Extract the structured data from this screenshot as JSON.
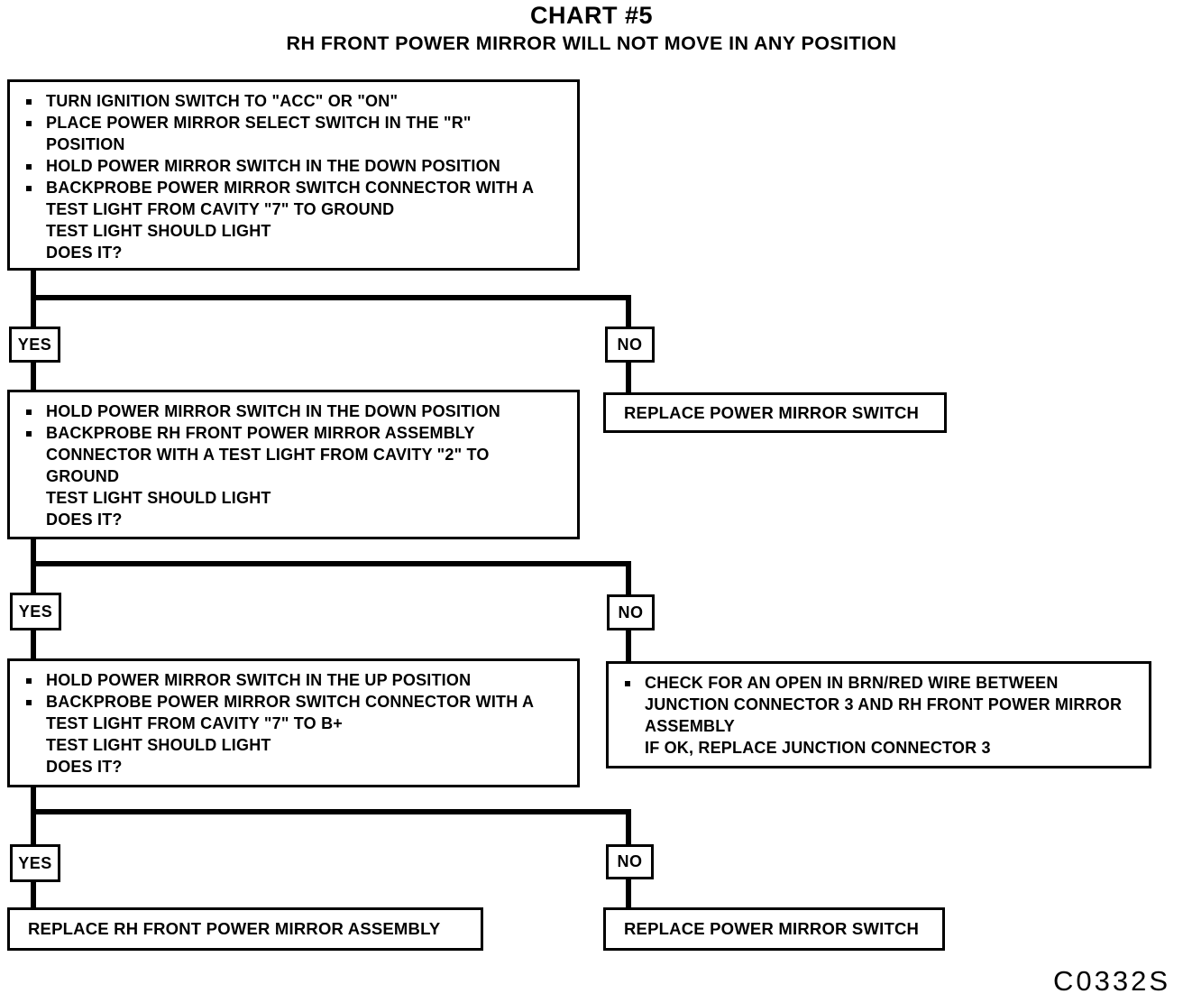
{
  "page": {
    "title": "CHART #5",
    "subtitle": "RH FRONT POWER MIRROR WILL NOT MOVE IN ANY POSITION",
    "figure_code": "C0332S"
  },
  "labels": {
    "yes": "YES",
    "no": "NO"
  },
  "steps": {
    "step1": {
      "items": [
        "TURN IGNITION SWITCH TO \"ACC\" OR \"ON\"",
        "PLACE POWER MIRROR SELECT SWITCH IN THE \"R\"\nPOSITION",
        "HOLD POWER MIRROR SWITCH IN THE DOWN POSITION",
        "BACKPROBE POWER MIRROR SWITCH CONNECTOR WITH A\nTEST LIGHT FROM CAVITY \"7\" TO GROUND\nTEST LIGHT SHOULD LIGHT\nDOES IT?"
      ]
    },
    "replace_switch_first": "REPLACE POWER MIRROR SWITCH",
    "step2": {
      "items": [
        "HOLD POWER MIRROR SWITCH IN THE DOWN POSITION",
        "BACKPROBE RH FRONT POWER MIRROR ASSEMBLY\nCONNECTOR WITH A TEST LIGHT FROM CAVITY \"2\" TO\nGROUND\nTEST LIGHT SHOULD LIGHT\nDOES IT?"
      ]
    },
    "step3": {
      "items": [
        "HOLD POWER MIRROR SWITCH IN THE UP POSITION",
        "BACKPROBE POWER MIRROR SWITCH CONNECTOR WITH A\nTEST LIGHT FROM CAVITY \"7\" TO B+\nTEST LIGHT SHOULD LIGHT\nDOES IT?"
      ]
    },
    "check_wire": {
      "items": [
        "CHECK FOR AN OPEN IN BRN/RED WIRE BETWEEN\nJUNCTION CONNECTOR 3 AND RH FRONT POWER MIRROR\nASSEMBLY\nIF OK, REPLACE JUNCTION CONNECTOR 3"
      ]
    },
    "replace_mirror_assembly": "REPLACE RH FRONT POWER MIRROR ASSEMBLY",
    "replace_switch_final": "REPLACE POWER MIRROR SWITCH"
  }
}
